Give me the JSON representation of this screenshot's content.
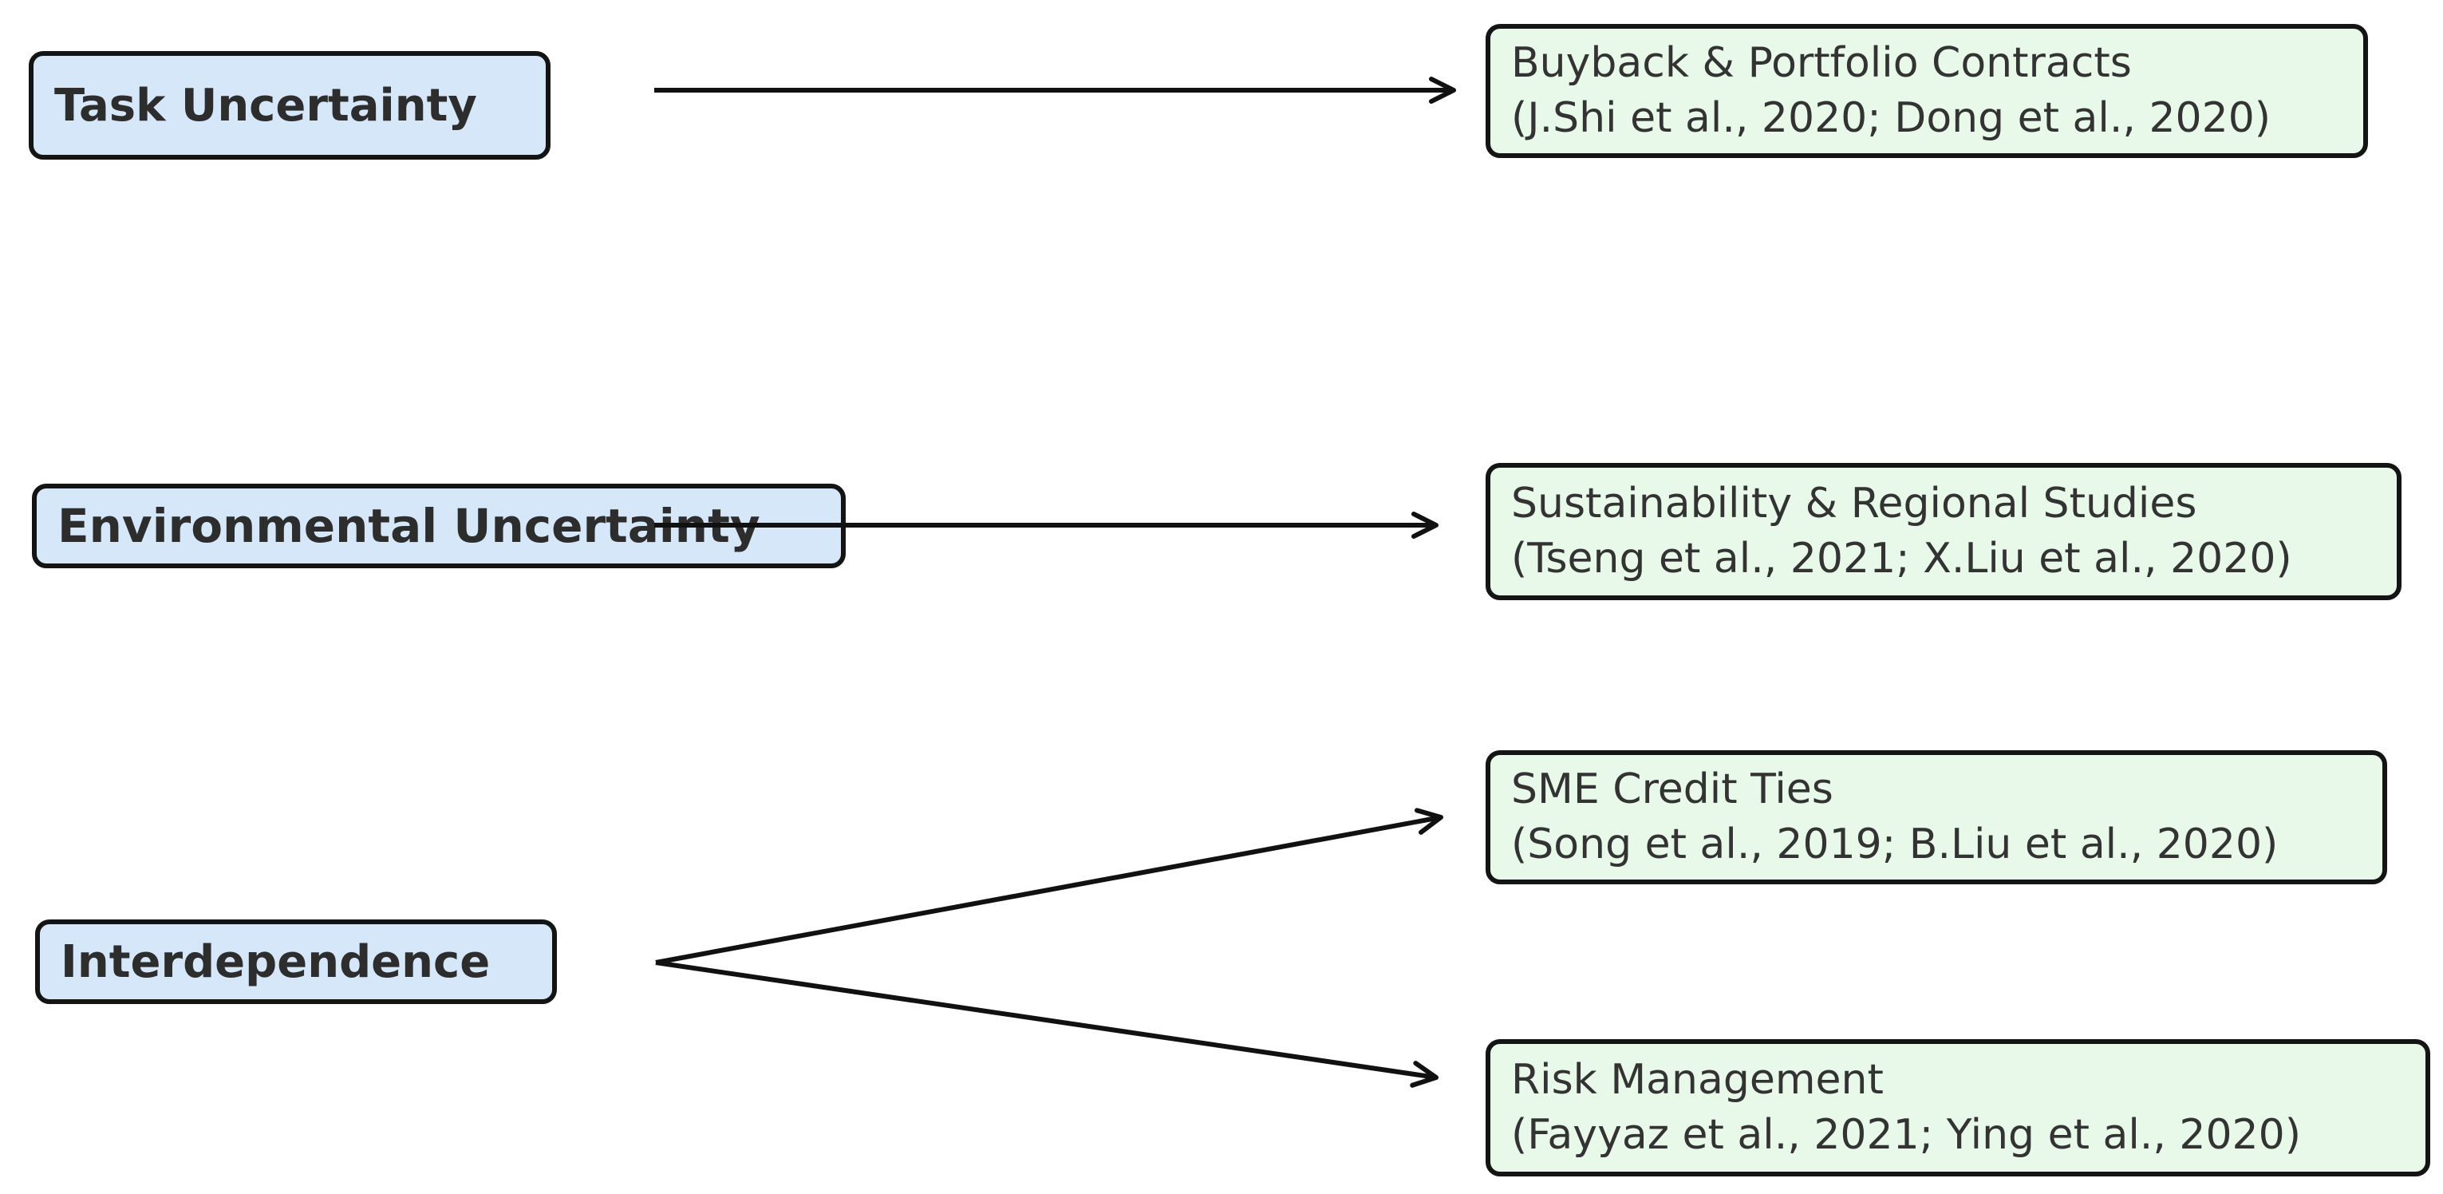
{
  "diagram": {
    "antecedents": [
      {
        "id": "task",
        "label": "Task Uncertainty"
      },
      {
        "id": "environmental",
        "label": "Environmental Uncertainty"
      },
      {
        "id": "interdependence",
        "label": "Interdependence"
      }
    ],
    "clusters": [
      {
        "id": "buyback",
        "title": "Buyback & Portfolio Contracts",
        "citations": "(J.Shi et al., 2020; Dong et al., 2020)"
      },
      {
        "id": "sustainability",
        "title": "Sustainability & Regional Studies",
        "citations": "(Tseng et al., 2021; X.Liu et al., 2020)"
      },
      {
        "id": "sme",
        "title": "SME Credit Ties",
        "citations": "(Song et al., 2019; B.Liu et al., 2020)"
      },
      {
        "id": "risk",
        "title": "Risk Management",
        "citations": "(Fayyaz et al., 2021; Ying et al., 2020)"
      }
    ],
    "edges": [
      {
        "from": "Task Uncertainty",
        "to": "Buyback & Portfolio Contracts"
      },
      {
        "from": "Environmental Uncertainty",
        "to": "Sustainability & Regional Studies"
      },
      {
        "from": "Interdependence",
        "to": "SME Credit Ties"
      },
      {
        "from": "Interdependence",
        "to": "Risk Management"
      }
    ],
    "colors": {
      "antecedent_fill": "#d5e7f9",
      "cluster_fill": "#e8f8e9",
      "border": "#141414",
      "arrow": "#111111",
      "text": "#333333"
    }
  }
}
